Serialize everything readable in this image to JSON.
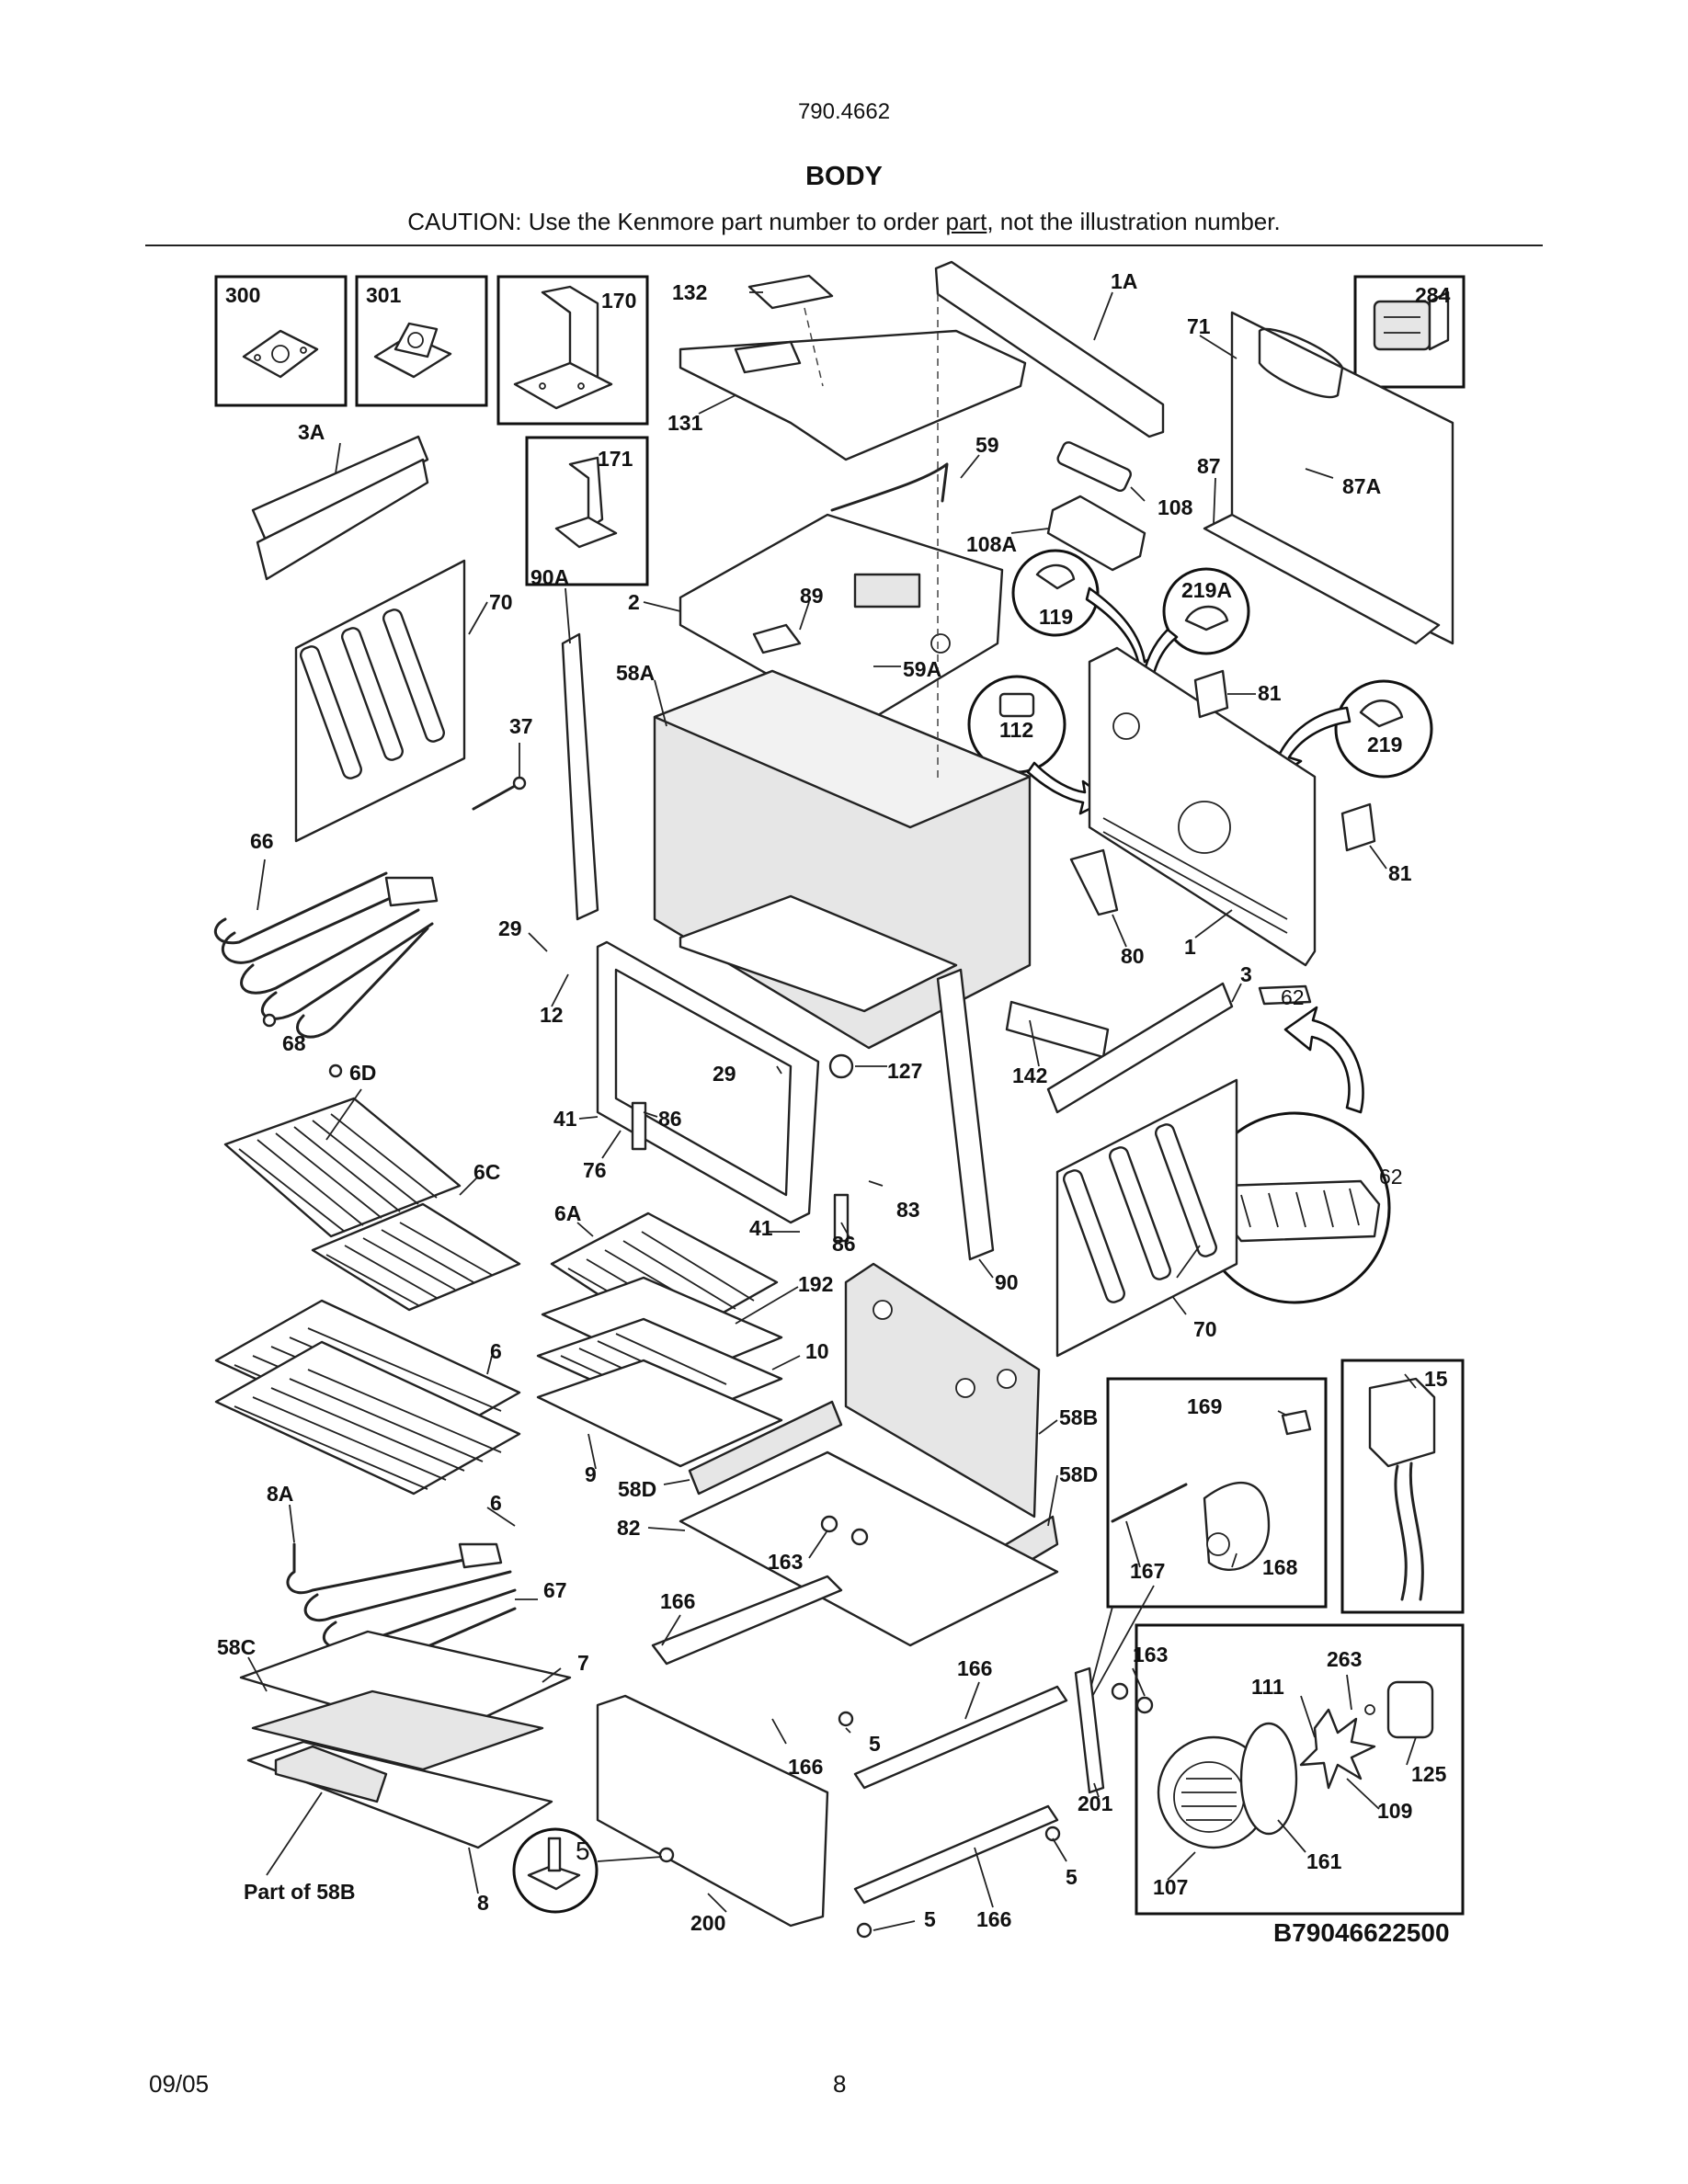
{
  "header": {
    "model_number": "790.4662",
    "section_title": "BODY",
    "caution_prefix": "CAUTION: Use the Kenmore part number to order ",
    "caution_underlined": "part",
    "caution_suffix": ", not the illustration number."
  },
  "footer": {
    "date": "09/05",
    "page_number": "8"
  },
  "diagram": {
    "drawing_code": "B79046622500",
    "callouts": {
      "c300": "300",
      "c301": "301",
      "c170": "170",
      "c171": "171",
      "c132": "132",
      "c131": "131",
      "c1A": "1A",
      "c284": "284",
      "c71": "71",
      "c3A": "3A",
      "c59": "59",
      "c108": "108",
      "c108A": "108A",
      "c87": "87",
      "c87A": "87A",
      "c90A": "90A",
      "c70a": "70",
      "c2": "2",
      "c89": "89",
      "c119": "119",
      "c219A": "219A",
      "c58A": "58A",
      "c59A": "59A",
      "c81a": "81",
      "c112": "112",
      "c219": "219",
      "c37": "37",
      "c81b": "81",
      "c66": "66",
      "c29a": "29",
      "c80": "80",
      "c1": "1",
      "c3": "3",
      "c62a": "62",
      "c12": "12",
      "c68": "68",
      "c6D": "6D",
      "c29b": "29",
      "c127": "127",
      "c142": "142",
      "c41a": "41",
      "c86a": "86",
      "c76": "76",
      "c6C": "6C",
      "c6A": "6A",
      "c41b": "41",
      "c86b": "86",
      "c83": "83",
      "c62b": "62",
      "c90": "90",
      "c192": "192",
      "c70b": "70",
      "c6a": "6",
      "c10": "10",
      "c58B": "58B",
      "c169": "169",
      "c15": "15",
      "c9": "9",
      "c58Da": "58D",
      "c58Db": "58D",
      "c6b": "6",
      "c8A": "8A",
      "c82": "82",
      "c163a": "163",
      "c167": "167",
      "c168": "168",
      "c67": "67",
      "c166a": "166",
      "c58C": "58C",
      "c7": "7",
      "c163b": "163",
      "c263": "263",
      "c111": "111",
      "c166b": "166",
      "c5a": "5",
      "c166c": "166",
      "c125": "125",
      "c201": "201",
      "c109": "109",
      "c5b": "5",
      "c5c": "5",
      "c161": "161",
      "c107": "107",
      "cPart58B": "Part of 58B",
      "c8": "8",
      "c200": "200",
      "c5d": "5",
      "c166d": "166"
    }
  }
}
